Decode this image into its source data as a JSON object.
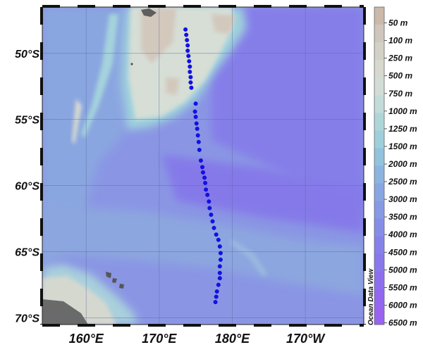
{
  "map": {
    "lat_labels": [
      "50°S",
      "55°S",
      "60°S",
      "65°S",
      "70°S"
    ],
    "lon_labels": [
      "160°E",
      "170°E",
      "180°E",
      "170°W"
    ],
    "extent": {
      "lon_min": 154,
      "lon_max": 198,
      "lat_min": -70.5,
      "lat_max": -46.5
    },
    "lat_ticks": [
      -50,
      -55,
      -60,
      -65,
      -70
    ],
    "lon_ticks": [
      160,
      170,
      180,
      190
    ],
    "station_color": "#1010ee",
    "stations": [
      [
        173.6,
        -48.2
      ],
      [
        173.7,
        -48.6
      ],
      [
        173.8,
        -49.0
      ],
      [
        173.9,
        -49.4
      ],
      [
        173.9,
        -49.8
      ],
      [
        174.0,
        -50.2
      ],
      [
        174.1,
        -50.6
      ],
      [
        174.2,
        -51.0
      ],
      [
        174.2,
        -51.4
      ],
      [
        174.3,
        -51.8
      ],
      [
        174.3,
        -52.2
      ],
      [
        174.4,
        -52.6
      ],
      [
        175.0,
        -53.8
      ],
      [
        174.9,
        -54.4
      ],
      [
        175.0,
        -54.8
      ],
      [
        175.1,
        -55.3
      ],
      [
        175.2,
        -55.7
      ],
      [
        175.3,
        -56.2
      ],
      [
        175.4,
        -56.7
      ],
      [
        175.5,
        -57.3
      ],
      [
        175.7,
        -58.1
      ],
      [
        175.9,
        -58.6
      ],
      [
        176.0,
        -59.0
      ],
      [
        176.2,
        -59.4
      ],
      [
        176.3,
        -59.8
      ],
      [
        176.4,
        -60.3
      ],
      [
        176.6,
        -60.7
      ],
      [
        176.8,
        -61.2
      ],
      [
        176.9,
        -61.7
      ],
      [
        177.1,
        -62.2
      ],
      [
        177.3,
        -62.7
      ],
      [
        177.5,
        -63.2
      ],
      [
        177.8,
        -63.7
      ],
      [
        178.1,
        -64.1
      ],
      [
        178.3,
        -64.6
      ],
      [
        178.4,
        -65.1
      ],
      [
        178.4,
        -65.6
      ],
      [
        178.3,
        -66.1
      ],
      [
        178.3,
        -66.6
      ],
      [
        178.3,
        -67.0
      ],
      [
        178.1,
        -67.5
      ],
      [
        177.9,
        -68.0
      ],
      [
        177.8,
        -68.4
      ],
      [
        177.7,
        -68.8
      ]
    ]
  },
  "legend": {
    "depth_labels": [
      "50 m",
      "100 m",
      "250 m",
      "500 m",
      "750 m",
      "1000 m",
      "1250 m",
      "1500 m",
      "2000 m",
      "2500 m",
      "3000 m",
      "3500 m",
      "4000 m",
      "4500 m",
      "5000 m",
      "5500 m",
      "6000 m",
      "6500 m"
    ],
    "colors": [
      "#cbb9aa",
      "#cfc7bd",
      "#d3d1c6",
      "#d7d9cf",
      "#d2ddd7",
      "#c3dbd9",
      "#aed6d9",
      "#9fcfdb",
      "#93c2dd",
      "#8cb4e0",
      "#88a7e2",
      "#869ae5",
      "#858de8",
      "#8681ea",
      "#8977ec",
      "#8d6eef",
      "#9267f1",
      "#9a62f3"
    ],
    "brand": "Ocean Data View"
  }
}
